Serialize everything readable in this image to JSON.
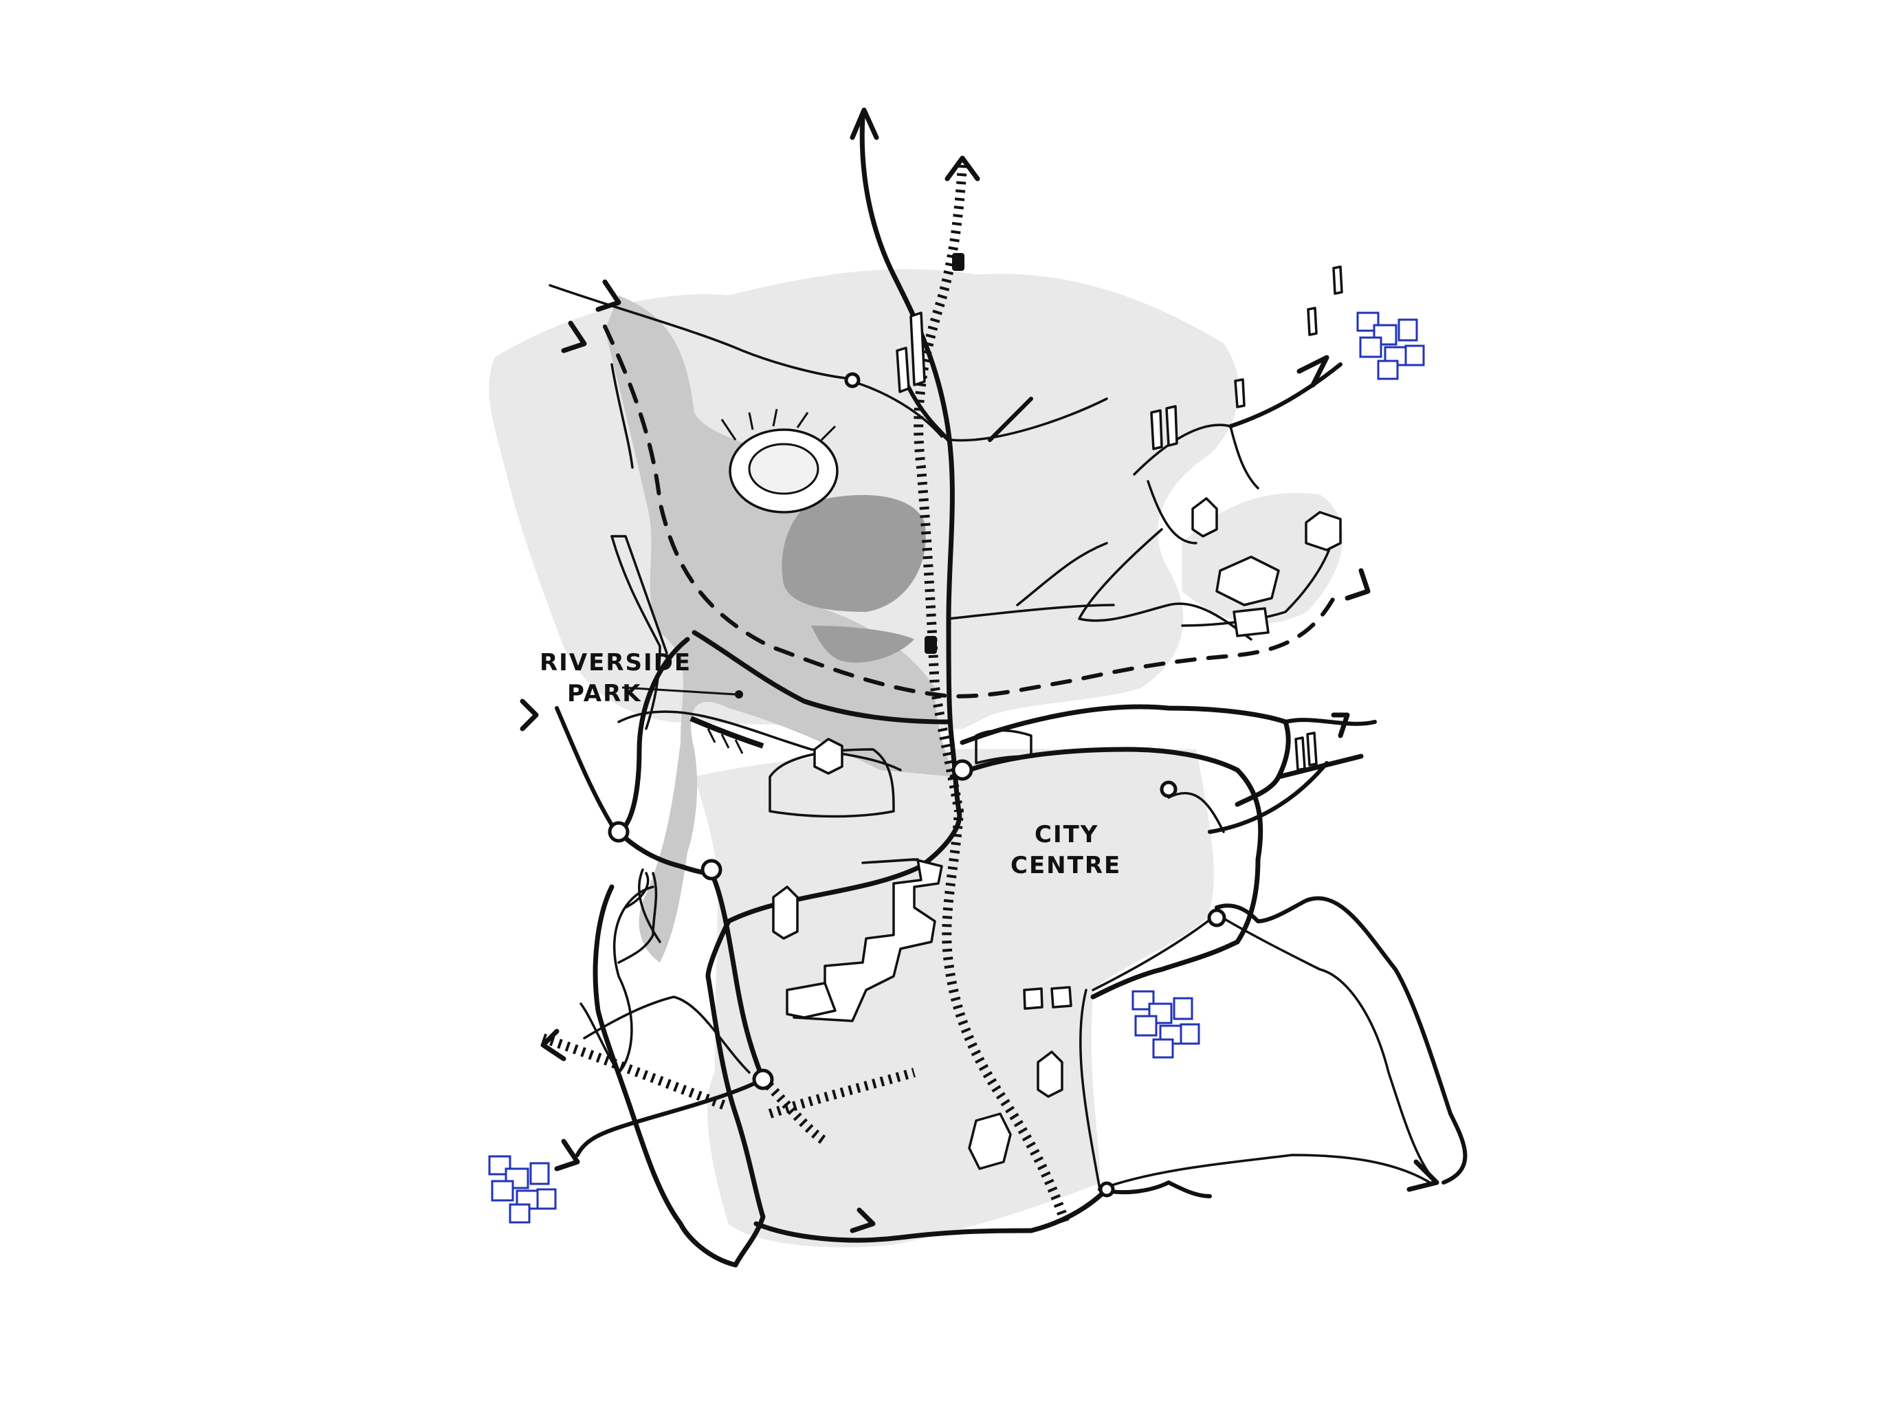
{
  "labels": {
    "park_line1": "RIVERSIDE",
    "park_line2": "PARK",
    "centre_line1": "CITY",
    "centre_line2": "CENTRE"
  },
  "colors": {
    "ink": "#111111",
    "urban_fabric": "#e9e9e9",
    "park": "#c9c9c9",
    "water": "#9d9d9d",
    "settlement_cluster": "#2233bb"
  },
  "icons": [
    "stadium-icon",
    "tower-icon",
    "building-icon",
    "settlement-cluster-icon",
    "direction-arrow-icon"
  ]
}
